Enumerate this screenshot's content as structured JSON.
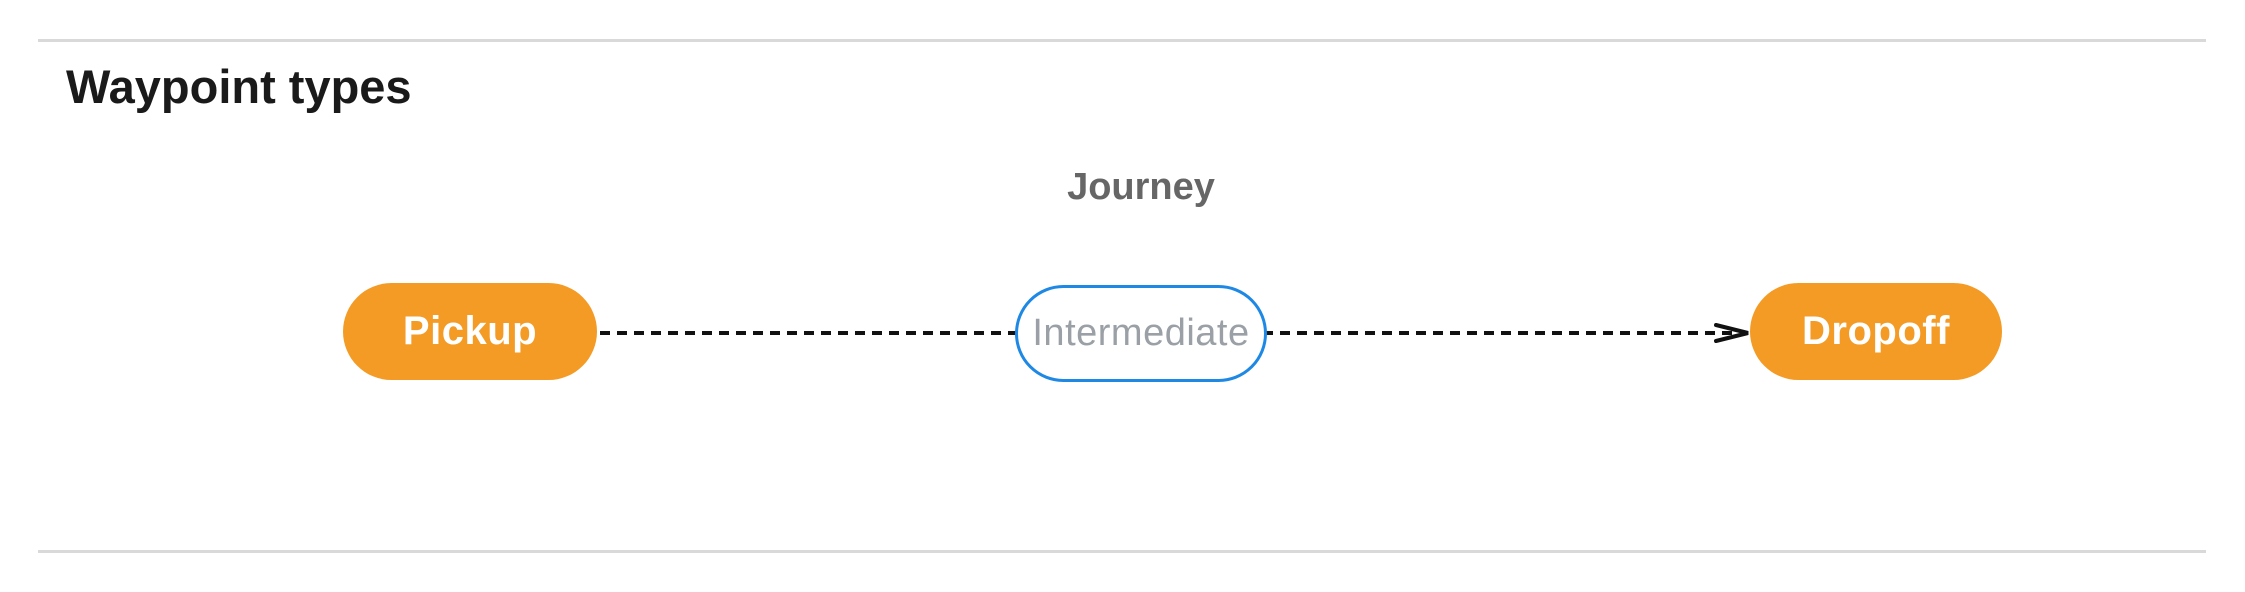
{
  "page": {
    "title": "Waypoint types"
  },
  "diagram": {
    "label": "Journey",
    "nodes": [
      {
        "id": "pickup",
        "label": "Pickup",
        "style": "filled"
      },
      {
        "id": "intermediate",
        "label": "Intermediate",
        "style": "outlined"
      },
      {
        "id": "dropoff",
        "label": "Dropoff",
        "style": "filled"
      }
    ],
    "edge": {
      "from": "pickup",
      "to": "dropoff",
      "style": "dashed",
      "arrowhead": "open-chevron-right"
    },
    "colors": {
      "node_fill": "#F49B26",
      "node_outline": "#1E88E5",
      "node_text_filled": "#FFFFFF",
      "node_text_outlined": "#9AA0A6",
      "label_text": "#666666",
      "heading_text": "#1A1A1A",
      "arrow": "#111111",
      "divider": "#D9D9D9"
    }
  }
}
